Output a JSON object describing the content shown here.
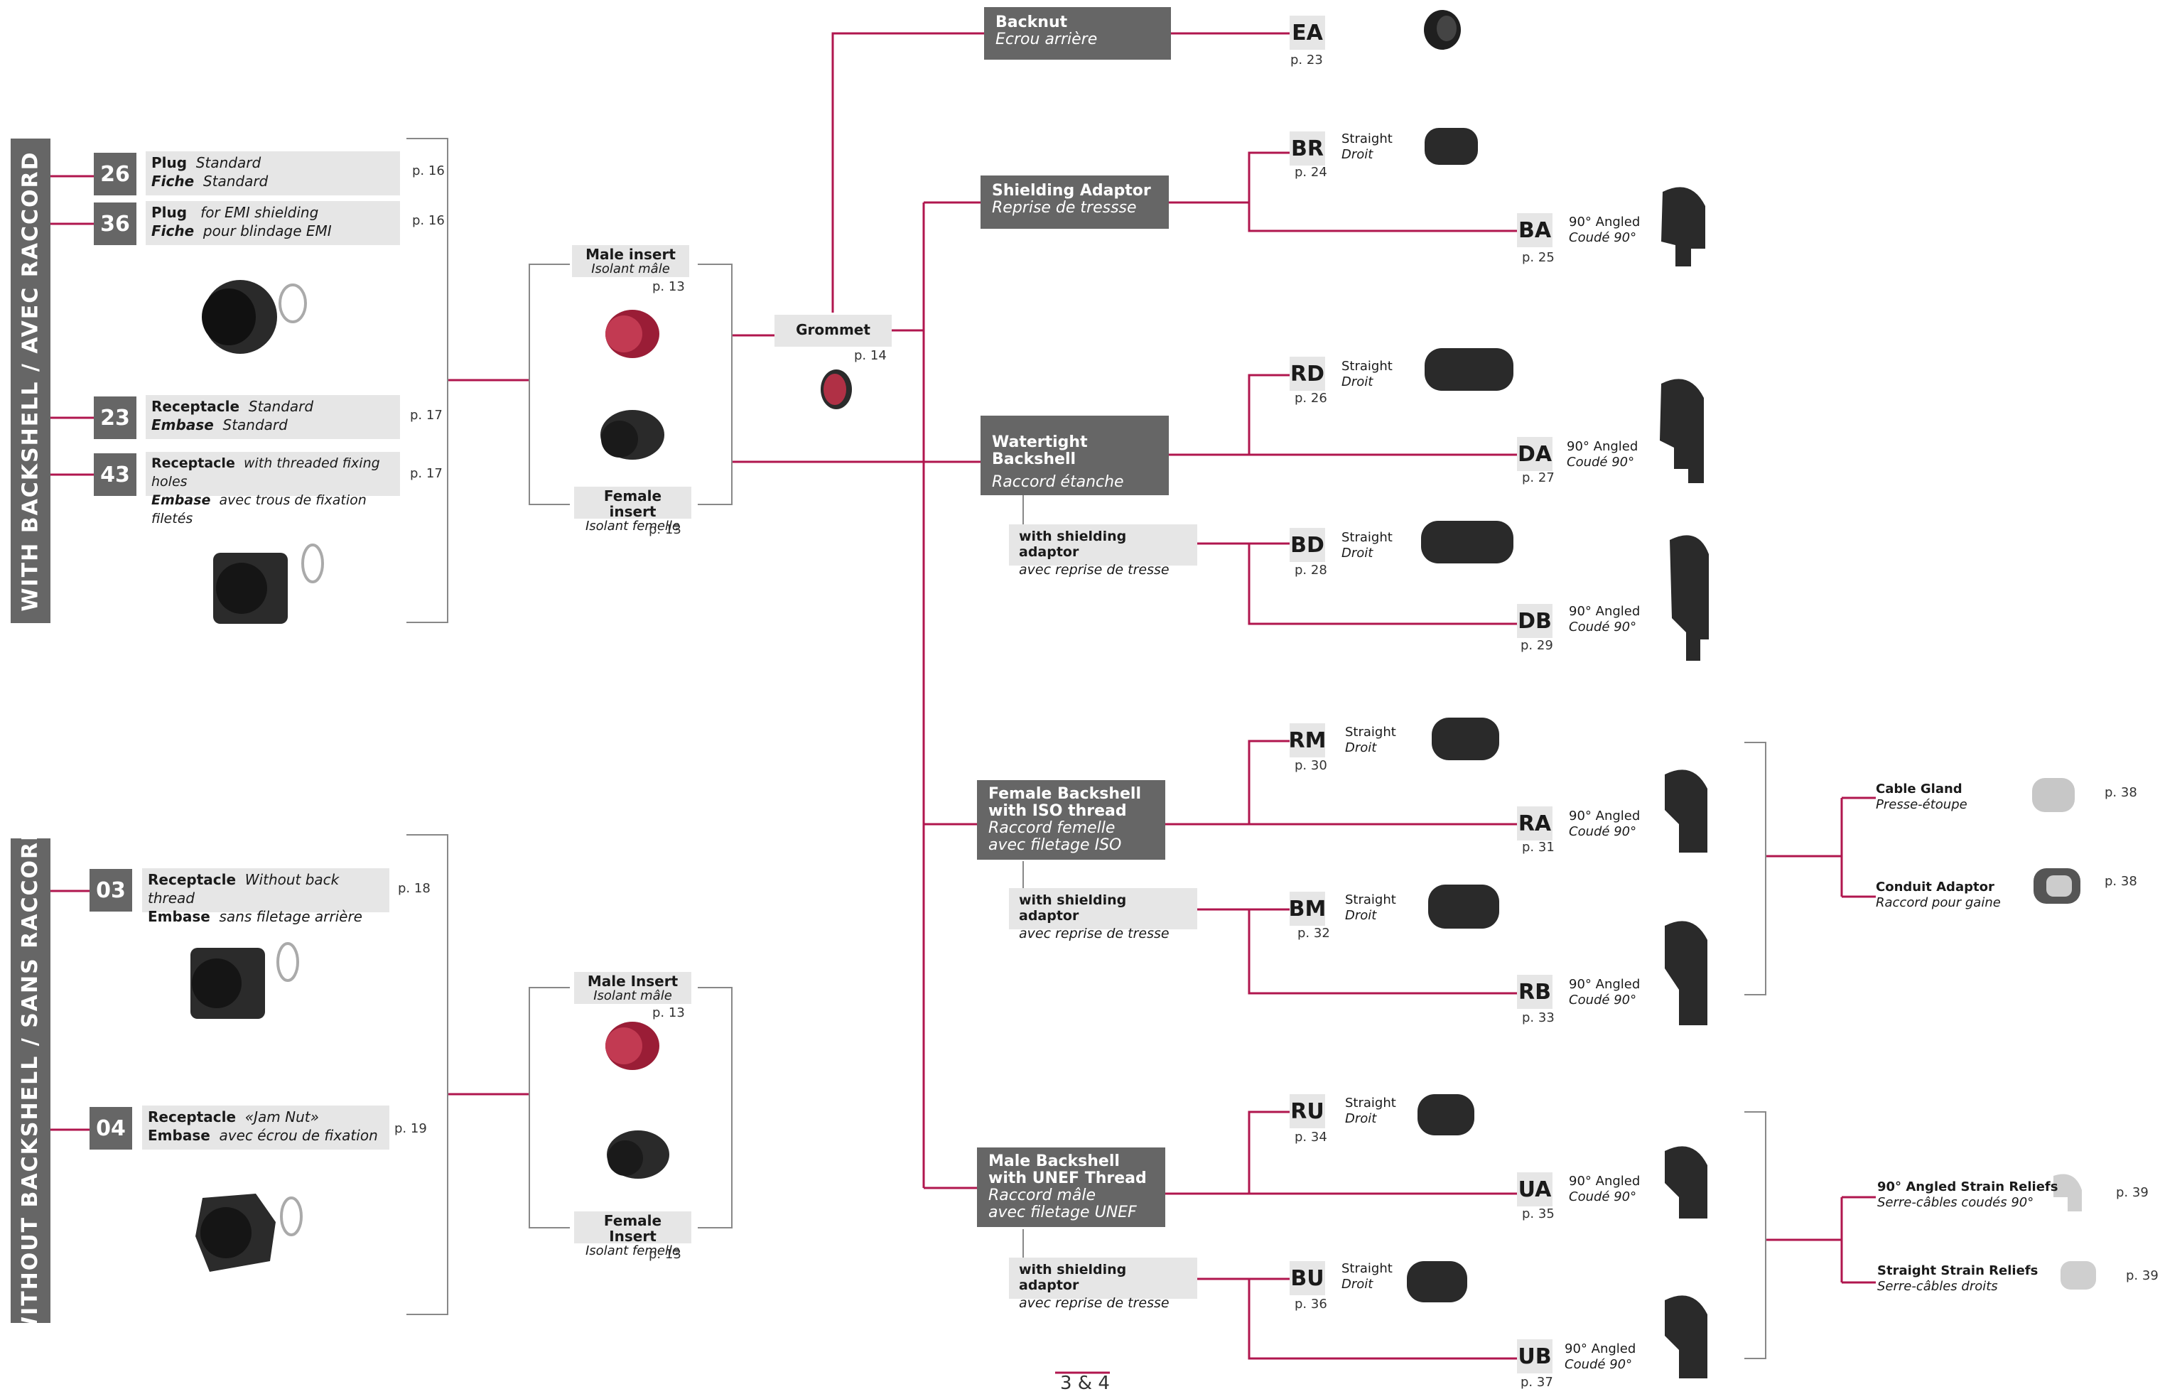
{
  "sections": {
    "with": "WITH BACKSHELL  / AVEC  RACCORD",
    "without": "WITHOUT BACKSHELL  / SANS  RACCORD"
  },
  "connectors": {
    "c26": {
      "code": "26",
      "b1": "Plug",
      "i1": "Standard",
      "b2": "Fiche",
      "i2": "Standard",
      "page": "p. 16"
    },
    "c36": {
      "code": "36",
      "b1": "Plug",
      "i1": "for EMI shielding",
      "b2": "Fiche",
      "i2": "pour blindage EMI",
      "page": "p. 16"
    },
    "c23": {
      "code": "23",
      "b1": "Receptacle",
      "i1": "Standard",
      "b2": "Embase",
      "i2": "Standard",
      "page": "p. 17"
    },
    "c43": {
      "code": "43",
      "b1": "Receptacle",
      "i1": "with threaded fixing holes",
      "b2": "Embase",
      "i2": "avec trous de fixation filetés",
      "page": "p. 17"
    },
    "c03": {
      "code": "03",
      "b1": "Receptacle",
      "i1": "Without back thread",
      "b2": "Embase",
      "i2": "sans filetage arrière",
      "page": "p. 18"
    },
    "c04": {
      "code": "04",
      "b1": "Receptacle",
      "i1": "«Jam Nut»",
      "b2": "Embase",
      "i2": "avec écrou de fixation",
      "page": "p. 19"
    }
  },
  "inserts": {
    "male_top": {
      "t": "Male insert",
      "s": "Isolant mâle",
      "page": "p. 13"
    },
    "female_top": {
      "t": "Female insert",
      "s": "Isolant femelle",
      "page": "p. 13"
    },
    "male_bot": {
      "t": "Male Insert",
      "s": "Isolant mâle",
      "page": "p. 13"
    },
    "female_bot": {
      "t": "Female Insert",
      "s": "Isolant femelle",
      "page": "p. 13"
    }
  },
  "grommet": {
    "t": "Grommet",
    "page": "p. 14"
  },
  "backshells": {
    "backnut": {
      "t": "Backnut",
      "s": "Ecrou arrière"
    },
    "shielding": {
      "t": "Shielding Adaptor",
      "s": "Reprise de tressse"
    },
    "watertight": {
      "t": "Watertight Backshell",
      "s": "Raccord étanche"
    },
    "female": {
      "t1": "Female Backshell",
      "t2": "with ISO thread",
      "s1": "Raccord femelle",
      "s2": "avec filetage ISO"
    },
    "male": {
      "t1": "Male Backshell",
      "t2": "with UNEF Thread",
      "s1": "Raccord mâle",
      "s2": "avec filetage UNEF"
    }
  },
  "shield_adaptor": {
    "t": "with shielding adaptor",
    "s": "avec reprise de tresse"
  },
  "types": {
    "straight": "Straight",
    "droit": "Droit",
    "angled": "90° Angled",
    "coude": "Coudé 90°"
  },
  "codes": {
    "EA": {
      "code": "EA",
      "page": "p. 23"
    },
    "BR": {
      "code": "BR",
      "page": "p. 24"
    },
    "BA": {
      "code": "BA",
      "page": "p. 25"
    },
    "RD": {
      "code": "RD",
      "page": "p. 26"
    },
    "DA": {
      "code": "DA",
      "page": "p. 27"
    },
    "BD": {
      "code": "BD",
      "page": "p. 28"
    },
    "DB": {
      "code": "DB",
      "page": "p. 29"
    },
    "RM": {
      "code": "RM",
      "page": "p. 30"
    },
    "RA": {
      "code": "RA",
      "page": "p. 31"
    },
    "BM": {
      "code": "BM",
      "page": "p. 32"
    },
    "RB": {
      "code": "RB",
      "page": "p. 33"
    },
    "RU": {
      "code": "RU",
      "page": "p. 34"
    },
    "UA": {
      "code": "UA",
      "page": "p. 35"
    },
    "BU": {
      "code": "BU",
      "page": "p. 36"
    },
    "UB": {
      "code": "UB",
      "page": "p. 37"
    }
  },
  "accessories": {
    "gland": {
      "t": "Cable Gland",
      "s": "Presse-étoupe",
      "page": "p. 38"
    },
    "conduit": {
      "t": "Conduit Adaptor",
      "s": "Raccord pour gaine",
      "page": "p. 38"
    },
    "angled_strain": {
      "t": "90° Angled Strain Reliefs",
      "s": "Serre-câbles coudés 90°",
      "page": "p. 39"
    },
    "straight_strain": {
      "t": "Straight Strain Reliefs",
      "s": "Serre-câbles droits",
      "page": "p. 39"
    }
  },
  "page_number": "3 & 4",
  "colors": {
    "line": "#b0164e",
    "box_dark": "#666666",
    "box_light": "#e6e6e6"
  }
}
